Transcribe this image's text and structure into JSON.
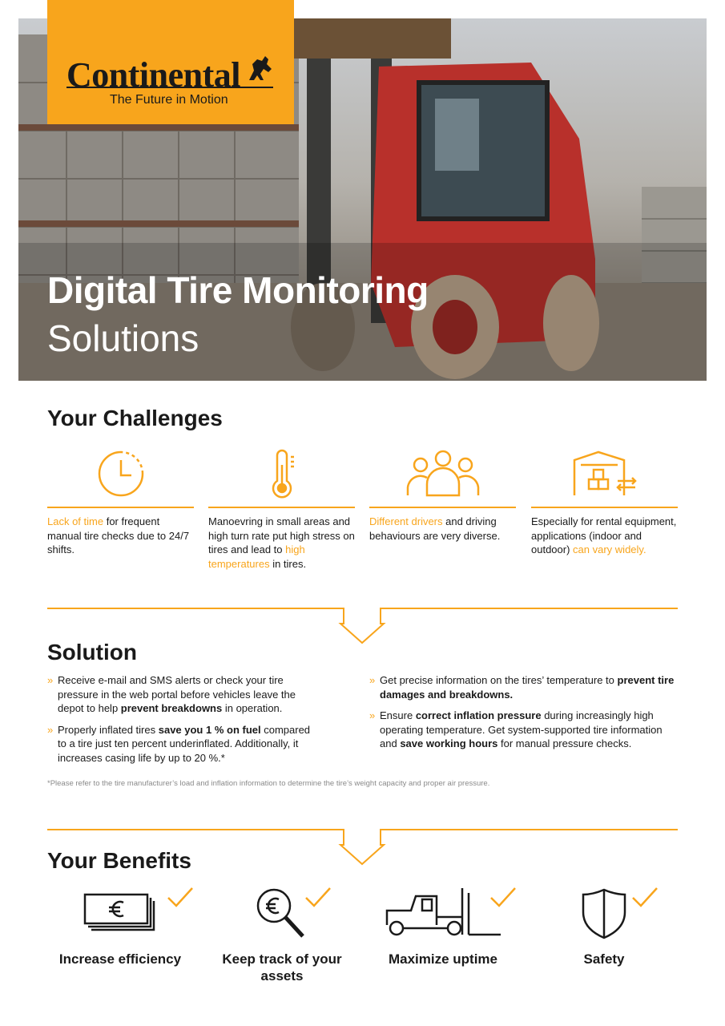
{
  "brand": {
    "name": "Continental",
    "tagline": "The Future in Motion",
    "accent": "#f8a51c"
  },
  "hero": {
    "title": "Digital Tire Monitoring",
    "subtitle": "Solutions"
  },
  "challenges": {
    "heading": "Your Challenges",
    "items": [
      {
        "icon": "clock-icon",
        "hl": "Lack of time",
        "text": " for frequent manual tire checks due to 24/7 shifts."
      },
      {
        "icon": "thermometer-icon",
        "pre": "Manoevring in small areas and high turn rate put high stress on tires and lead to ",
        "hl": "high temperatures",
        "post": " in tires."
      },
      {
        "icon": "drivers-group-icon",
        "hl": "Different drivers",
        "text": " and driving behaviours are very diverse."
      },
      {
        "icon": "warehouse-icon",
        "pre": "Especially for rental equipment, applications (indoor and outdoor) ",
        "hl": "can vary widely."
      }
    ]
  },
  "solution": {
    "heading": "Solution",
    "left": [
      {
        "a": "Receive e-mail and SMS alerts or check your tire pressure in the web portal before vehicles leave the depot to help ",
        "b": "prevent breakdowns",
        "c": " in operation."
      },
      {
        "a": "Properly inflated tires ",
        "b": "save you 1 % on fuel",
        "c": " compared to a tire just ten percent underinflated. Additionally,  it increases casing life by up to 20 %.*"
      }
    ],
    "right": [
      {
        "a": "Get precise information on the tires’ temperature to ",
        "b": "prevent tire damages and breakdowns.",
        "c": ""
      },
      {
        "a": "Ensure ",
        "b": "correct inflation pressure",
        "c": " during increasingly high operating temperature. Get system-supported tire information and ",
        "d": "save working hours",
        "e": " for manual pressure checks."
      }
    ],
    "footnote": "*Please refer to the tire manufacturer’s load and inflation information to determine the tire’s weight capacity and proper air pressure."
  },
  "benefits": {
    "heading": "Your Benefits",
    "items": [
      {
        "icon": "banknotes-icon",
        "label": "Increase efficiency"
      },
      {
        "icon": "magnifier-euro-icon",
        "label": "Keep track of your assets"
      },
      {
        "icon": "forklift-icon",
        "label": "Maximize uptime"
      },
      {
        "icon": "shield-icon",
        "label": "Safety"
      }
    ]
  }
}
